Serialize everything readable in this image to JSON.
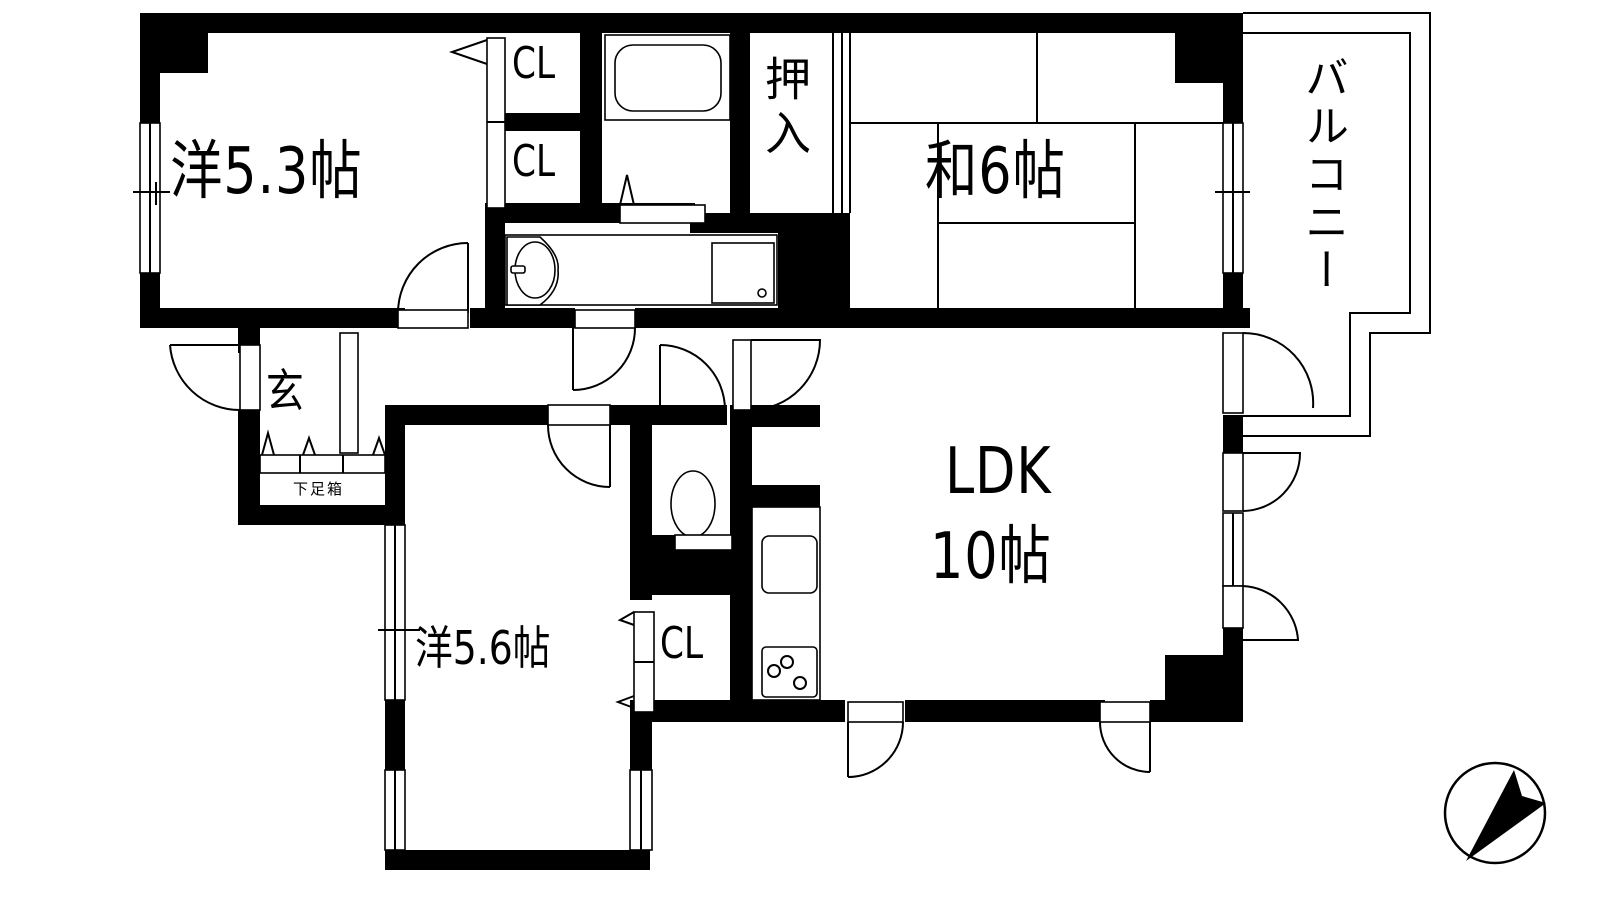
{
  "floor_plan": {
    "colors": {
      "wall": "#000000",
      "background": "#ffffff",
      "line": "#000000"
    },
    "rooms": [
      {
        "id": "western-room-1",
        "label": "洋5.3帖",
        "type": "Western-style room",
        "size_jo": 5.3
      },
      {
        "id": "japanese-room",
        "label": "和6帖",
        "type": "Japanese-style room",
        "size_jo": 6
      },
      {
        "id": "ldk",
        "label_line1": "LDK",
        "label_line2": "10帖",
        "type": "Living Dining Kitchen",
        "size_jo": 10
      },
      {
        "id": "western-room-2",
        "label": "洋5.6帖",
        "type": "Western-style room",
        "size_jo": 5.6
      },
      {
        "id": "entrance",
        "label": "玄",
        "type": "Entrance"
      },
      {
        "id": "balcony",
        "label": "バルコニー",
        "type": "Balcony"
      }
    ],
    "storage": [
      {
        "id": "closet-1",
        "label": "CL"
      },
      {
        "id": "closet-2",
        "label": "CL"
      },
      {
        "id": "closet-3",
        "label": "CL"
      },
      {
        "id": "oshiire",
        "label": "押入"
      },
      {
        "id": "shoe-box",
        "label": "下足箱"
      }
    ],
    "fixtures": [
      "bathtub",
      "washbasin",
      "washing-machine-pan",
      "toilet",
      "kitchen-sink",
      "gas-stove-3-burner"
    ],
    "compass": {
      "icon": "north-arrow-icon"
    }
  }
}
